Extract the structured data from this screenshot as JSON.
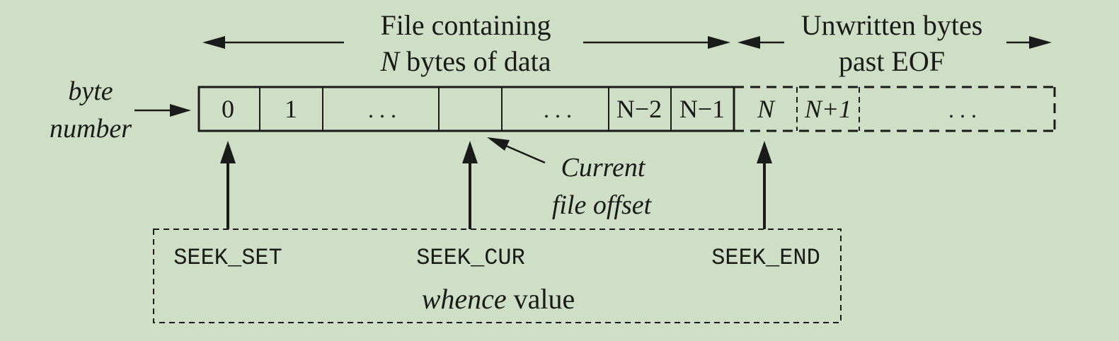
{
  "header": {
    "file_line1": "File containing",
    "file_line2_var": "N",
    "file_line2_rest": " bytes of data",
    "unwritten_line1": "Unwritten bytes",
    "unwritten_line2": "past EOF"
  },
  "byte_number_label": {
    "line1": "byte",
    "line2": "number"
  },
  "cells": {
    "c0": "0",
    "c1": "1",
    "c2": ". . .",
    "c3": "",
    "c4": ". . .",
    "c5": "N−2",
    "c6": "N−1",
    "c7": "N",
    "c8": "N+1",
    "c9": ". . ."
  },
  "current_offset_label": {
    "line1": "Current",
    "line2": "file offset"
  },
  "whence": {
    "seek_set": "SEEK_SET",
    "seek_cur": "SEEK_CUR",
    "seek_end": "SEEK_END",
    "caption_italic": "whence",
    "caption_rest": " value"
  }
}
